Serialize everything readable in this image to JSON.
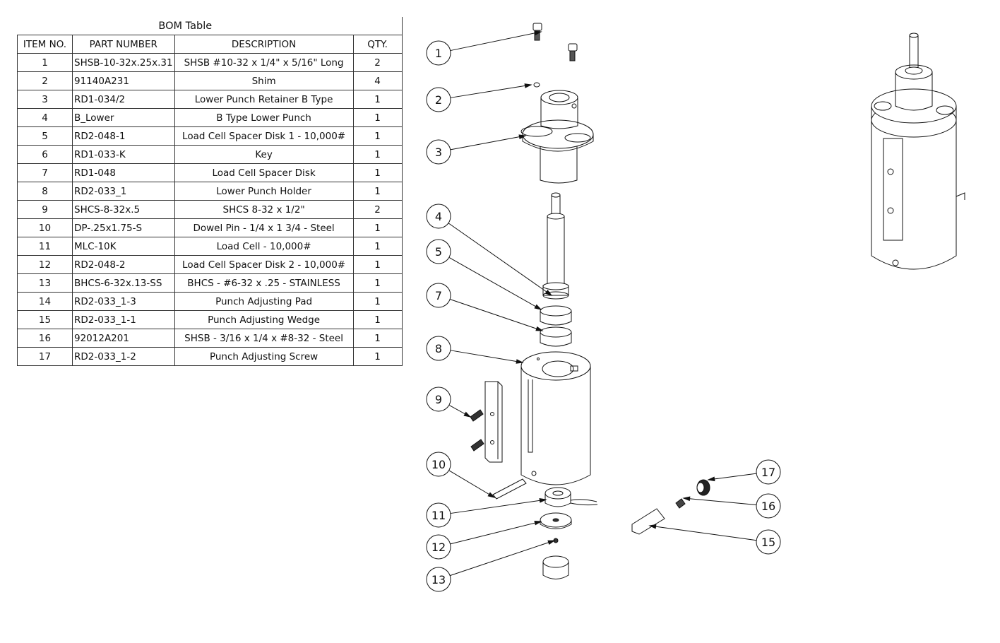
{
  "bom": {
    "title": "BOM Table",
    "headers": [
      "ITEM NO.",
      "PART NUMBER",
      "DESCRIPTION",
      "QTY."
    ],
    "rows": [
      [
        "1",
        "SHSB-10-32x.25x.31",
        "SHSB #10-32 x 1/4\" x 5/16\" Long",
        "2"
      ],
      [
        "2",
        "91140A231",
        "Shim",
        "4"
      ],
      [
        "3",
        "RD1-034/2",
        "Lower Punch Retainer B Type",
        "1"
      ],
      [
        "4",
        "B_Lower",
        "B Type Lower Punch",
        "1"
      ],
      [
        "5",
        "RD2-048-1",
        "Load Cell Spacer Disk 1 - 10,000#",
        "1"
      ],
      [
        "6",
        "RD1-033-K",
        "Key",
        "1"
      ],
      [
        "7",
        "RD1-048",
        "Load Cell Spacer Disk",
        "1"
      ],
      [
        "8",
        "RD2-033_1",
        "Lower Punch Holder",
        "1"
      ],
      [
        "9",
        "SHCS-8-32x.5",
        "SHCS 8-32 x 1/2\"",
        "2"
      ],
      [
        "10",
        "DP-.25x1.75-S",
        "Dowel Pin - 1/4 x 1 3/4 - Steel",
        "1"
      ],
      [
        "11",
        "MLC-10K",
        "Load Cell - 10,000#",
        "1"
      ],
      [
        "12",
        "RD2-048-2",
        "Load Cell Spacer Disk 2 - 10,000#",
        "1"
      ],
      [
        "13",
        "BHCS-6-32x.13-SS",
        "BHCS - #6-32 x .25 - STAINLESS",
        "1"
      ],
      [
        "14",
        "RD2-033_1-3",
        "Punch Adjusting Pad",
        "1"
      ],
      [
        "15",
        "RD2-033_1-1",
        "Punch Adjusting Wedge",
        "1"
      ],
      [
        "16",
        "92012A201",
        "SHSB - 3/16 x 1/4 x #8-32 - Steel",
        "1"
      ],
      [
        "17",
        "RD2-033_1-2",
        "Punch Adjusting Screw",
        "1"
      ]
    ]
  },
  "balloons": [
    "1",
    "2",
    "3",
    "4",
    "5",
    "7",
    "8",
    "9",
    "10",
    "11",
    "12",
    "13",
    "17",
    "16",
    "15"
  ],
  "colors": {
    "line": "#111111",
    "background": "#ffffff"
  }
}
